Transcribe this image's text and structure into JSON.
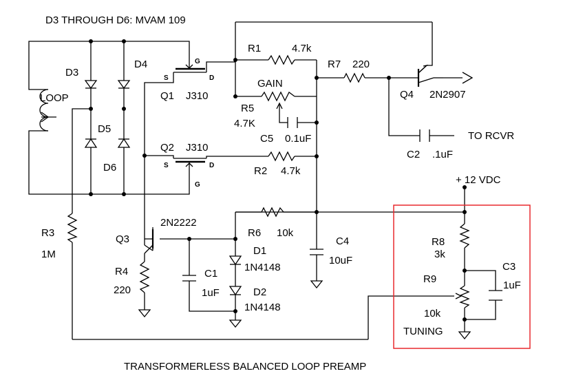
{
  "title": "D3 THROUGH D6: MVAM 109",
  "caption": "TRANSFORMERLESS BALANCED LOOP PREAMP",
  "highlight_color": "#e8282d",
  "components": {
    "loop": "LOOP",
    "d3": "D3",
    "d4": "D4",
    "d5": "D5",
    "d6": "D6",
    "q1": "Q1",
    "q1_part": "J310",
    "q2": "Q2",
    "q2_part": "J310",
    "q3": "Q3",
    "q3_part": "2N2222",
    "q4": "Q4",
    "q4_part": "2N2907",
    "r1": "R1",
    "r1_val": "4.7k",
    "r2": "R2",
    "r2_val": "4.7k",
    "r3": "R3",
    "r3_val": "1M",
    "r4": "R4",
    "r4_val": "220",
    "r5": "R5",
    "r5_val": "4.7K",
    "gain": "GAIN",
    "r6": "R6",
    "r6_val": "10k",
    "r7": "R7",
    "r7_val": "220",
    "r8": "R8",
    "r8_val": "3k",
    "r9": "R9",
    "r9_val": "10k",
    "tuning": "TUNING",
    "c1": "C1",
    "c1_val": "1uF",
    "c2": "C2",
    "c2_val": ".1uF",
    "c3": "C3",
    "c3_val": "1uF",
    "c4": "C4",
    "c4_val": "10uF",
    "c5": "C5",
    "c5_val": "0.1uF",
    "d1": "D1",
    "d1_part": "1N4148",
    "d2": "D2",
    "d2_part": "1N4148",
    "supply": "+ 12 VDC",
    "to_rcvr": "TO RCVR",
    "pin_s": "S",
    "pin_d": "D",
    "pin_g": "G"
  }
}
